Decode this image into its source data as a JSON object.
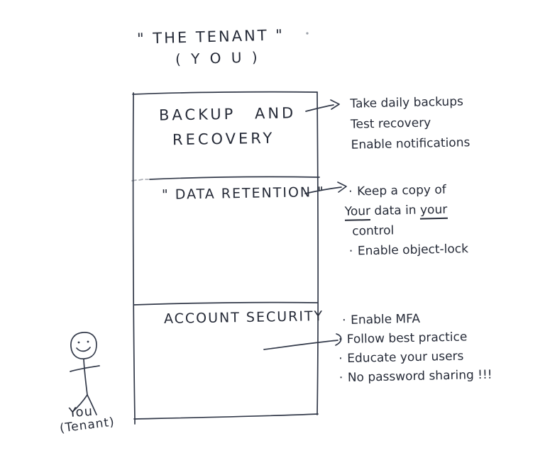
{
  "colors": {
    "ink": "#262b38",
    "speck": "#9aa0a8"
  },
  "title": {
    "line1": "\" THE TENANT \"",
    "line2": "( Y O U )"
  },
  "box": {
    "sections": {
      "backup": {
        "line1": "BACKUP AND",
        "line2": "RECOVERY"
      },
      "retention": {
        "label": "\" DATA RETENTION \""
      },
      "security": {
        "label": "ACCOUNT SECURITY"
      }
    }
  },
  "notes": {
    "backup": {
      "items": [
        "Take daily backups",
        "Test recovery",
        "Enable notifications"
      ]
    },
    "retention": {
      "bullet": "·",
      "line1": "Keep a copy of",
      "line2_word1": "Your",
      "line2_mid": "data in",
      "line2_word2": "your",
      "line3": "control",
      "item2": "Enable object-lock"
    },
    "security": {
      "bullet": "·",
      "items": [
        "Enable MFA",
        "Follow best practice",
        "Educate your users",
        "No password sharing !!!"
      ]
    }
  },
  "figure": {
    "line1": "You",
    "line2": "(Tenant)"
  }
}
